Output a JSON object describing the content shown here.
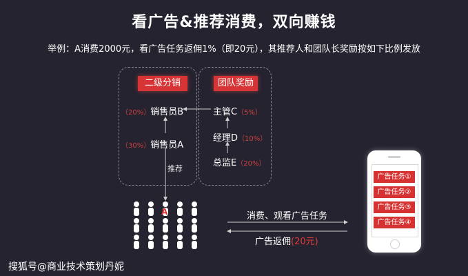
{
  "title": "看广告&推荐消费，双向赚钱",
  "subtitle": "举例：A消费2000元，看广告任务返佣1%（即20元），其推荐人和团队长奖励按如下比例发放",
  "left_panel": {
    "tag": "二级分销",
    "nodes": [
      {
        "pct": "（20%）",
        "label": "销售员B"
      },
      {
        "pct": "（30%）",
        "label": "销售员A"
      }
    ],
    "recommend_label": "推荐"
  },
  "right_panel": {
    "tag": "团队奖励",
    "nodes": [
      {
        "label": "主管C",
        "pct": "（5%）"
      },
      {
        "label": "经理D",
        "pct": "（10%）"
      },
      {
        "label": "总监E",
        "pct": "（20%）"
      }
    ]
  },
  "crowd_marker": "A",
  "flow": {
    "task_label": "消费、观看广告任务",
    "rebate_label": "广告返佣",
    "rebate_amount": "(20元)"
  },
  "phone": {
    "tasks": [
      "广告任务①",
      "广告任务②",
      "广告任务③",
      "广告任务④"
    ]
  },
  "watermark": "搜狐号@商业技术策划丹妮",
  "colors": {
    "accent": "#d73535",
    "background": "#24232f"
  }
}
